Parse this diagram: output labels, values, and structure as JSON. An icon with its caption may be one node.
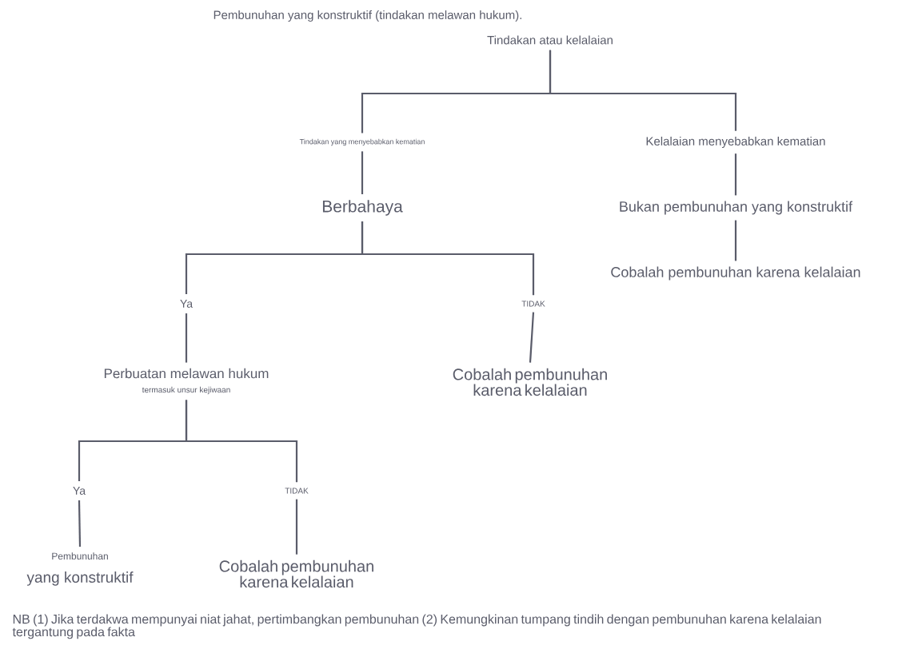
{
  "diagram": {
    "title": "Pembunuhan yang konstruktif (tindakan melawan hukum).",
    "nodes": [
      {
        "text": [
          "Tindakan atau kelalaian"
        ]
      },
      {
        "text": [
          "Tindakan yang menyebabkan kematian"
        ]
      },
      {
        "text": [
          "Kelalaian menyebabkan kematian"
        ]
      },
      {
        "text": [
          "Berbahaya"
        ]
      },
      {
        "text": [
          "Bukan pembunuhan yang konstruktif"
        ]
      },
      {
        "text": [
          "Cobalah pembunuhan karena kelalaian"
        ]
      },
      {
        "text": [
          "Ya"
        ]
      },
      {
        "text": [
          "TIDAK"
        ]
      },
      {
        "text": [
          "Perbuatan melawan hukum",
          "termasuk unsur kejiwaan"
        ]
      },
      {
        "text": [
          "Cobalah pembunuhan karena kelalaian"
        ]
      },
      {
        "text": [
          "Ya"
        ]
      },
      {
        "text": [
          "TIDAK"
        ]
      },
      {
        "text": [
          "Pembunuhan",
          "yang konstruktif"
        ]
      },
      {
        "text": [
          "Cobalah pembunuhan karena kelalaian"
        ]
      }
    ],
    "edges": [
      {
        "from": 0,
        "to": 1,
        "arrow": "none"
      },
      {
        "from": 0,
        "to": 2,
        "arrow": "none"
      },
      {
        "from": 1,
        "to": 3,
        "arrow": "none"
      },
      {
        "from": 2,
        "to": 4,
        "arrow": "none"
      },
      {
        "from": 4,
        "to": 5,
        "arrow": "none"
      },
      {
        "from": 3,
        "to": 6,
        "arrow": "none"
      },
      {
        "from": 3,
        "to": 7,
        "arrow": "none"
      },
      {
        "from": 6,
        "to": 8,
        "arrow": "none"
      },
      {
        "from": 7,
        "to": 9,
        "arrow": "none"
      },
      {
        "from": 8,
        "to": 10,
        "arrow": "none"
      },
      {
        "from": 8,
        "to": 11,
        "arrow": "none"
      },
      {
        "from": 10,
        "to": 12,
        "arrow": "none"
      },
      {
        "from": 11,
        "to": 13,
        "arrow": "none"
      }
    ],
    "labels": [
      "NB (1) Jika terdakwa mempunyai niat jahat, pertimbangkan pembunuhan (2) Kemungkinan tumpang tindih dengan pembunuhan karena kelalaian tergantung pada fakta"
    ]
  }
}
